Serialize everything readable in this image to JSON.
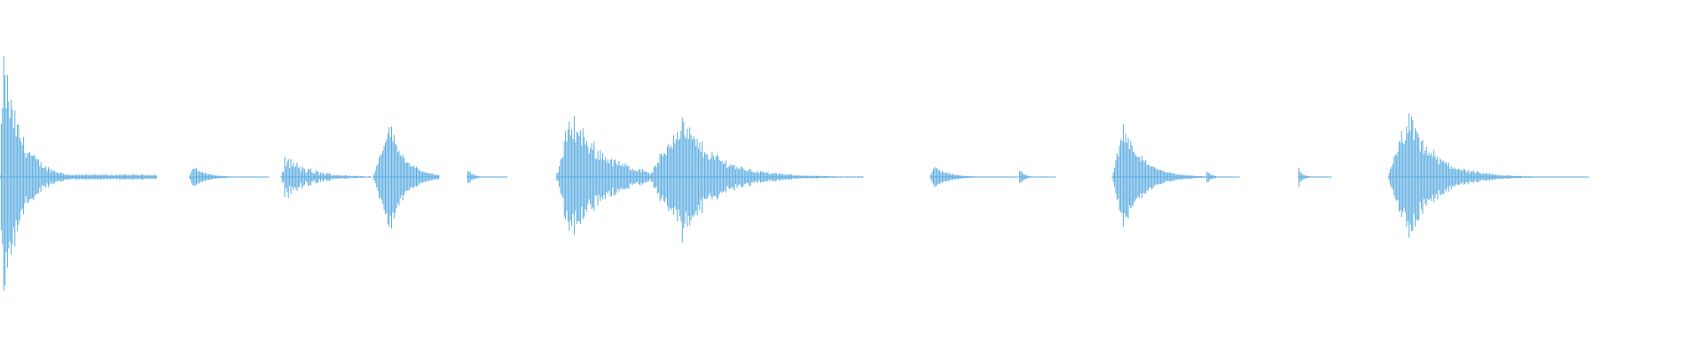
{
  "waveform": {
    "color": "#5dade2",
    "background": "#ffffff",
    "segments": [
      {
        "kind": "tonal-decay",
        "start": 0.0,
        "end": 0.092,
        "peak": 0.84,
        "attack": 0.02,
        "decay": 0.25,
        "floor": 0.02
      },
      {
        "kind": "blob",
        "start": 0.111,
        "end": 0.158,
        "peak": 0.07,
        "attack": 0.05,
        "decay": 0.35,
        "floor": 0.01
      },
      {
        "kind": "noisy",
        "start": 0.165,
        "end": 0.218,
        "peak": 0.15,
        "attack": 0.05,
        "decay": 0.6,
        "floor": 0.04
      },
      {
        "kind": "blob",
        "start": 0.219,
        "end": 0.258,
        "peak": 0.36,
        "attack": 0.25,
        "decay": 0.5,
        "floor": 0.01
      },
      {
        "kind": "blip",
        "start": 0.274,
        "end": 0.298,
        "peak": 0.07,
        "attack": 0.02,
        "decay": 0.25,
        "floor": 0.0
      },
      {
        "kind": "tonal",
        "start": 0.327,
        "end": 0.381,
        "peak": 0.45,
        "attack": 0.15,
        "decay": 0.8,
        "floor": 0.06
      },
      {
        "kind": "tonal-decay",
        "start": 0.381,
        "end": 0.507,
        "peak": 0.42,
        "attack": 0.15,
        "decay": 0.35,
        "floor": 0.01
      },
      {
        "kind": "blob",
        "start": 0.546,
        "end": 0.598,
        "peak": 0.07,
        "attack": 0.05,
        "decay": 0.35,
        "floor": 0.0
      },
      {
        "kind": "blip",
        "start": 0.598,
        "end": 0.62,
        "peak": 0.07,
        "attack": 0.02,
        "decay": 0.25,
        "floor": 0.0
      },
      {
        "kind": "blob",
        "start": 0.653,
        "end": 0.708,
        "peak": 0.34,
        "attack": 0.12,
        "decay": 0.45,
        "floor": 0.01
      },
      {
        "kind": "blip",
        "start": 0.708,
        "end": 0.728,
        "peak": 0.07,
        "attack": 0.02,
        "decay": 0.25,
        "floor": 0.0
      },
      {
        "kind": "blip",
        "start": 0.762,
        "end": 0.782,
        "peak": 0.07,
        "attack": 0.02,
        "decay": 0.25,
        "floor": 0.0
      },
      {
        "kind": "tonal-decay",
        "start": 0.815,
        "end": 0.933,
        "peak": 0.43,
        "attack": 0.1,
        "decay": 0.3,
        "floor": 0.0
      }
    ]
  }
}
